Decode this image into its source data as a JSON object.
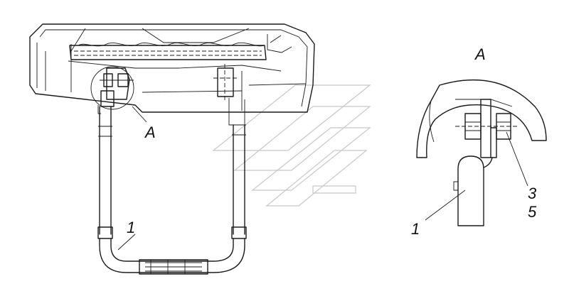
{
  "labels": {
    "view_marker": "A",
    "detail_title": "A",
    "callout_hose_main": "1",
    "callout_hose_detail": "1",
    "callout_part_3": "3",
    "callout_part_5": "5"
  },
  "colors": {
    "line": "#1a1a1a",
    "watermark": "#c8c8c8",
    "background": "#ffffff"
  }
}
